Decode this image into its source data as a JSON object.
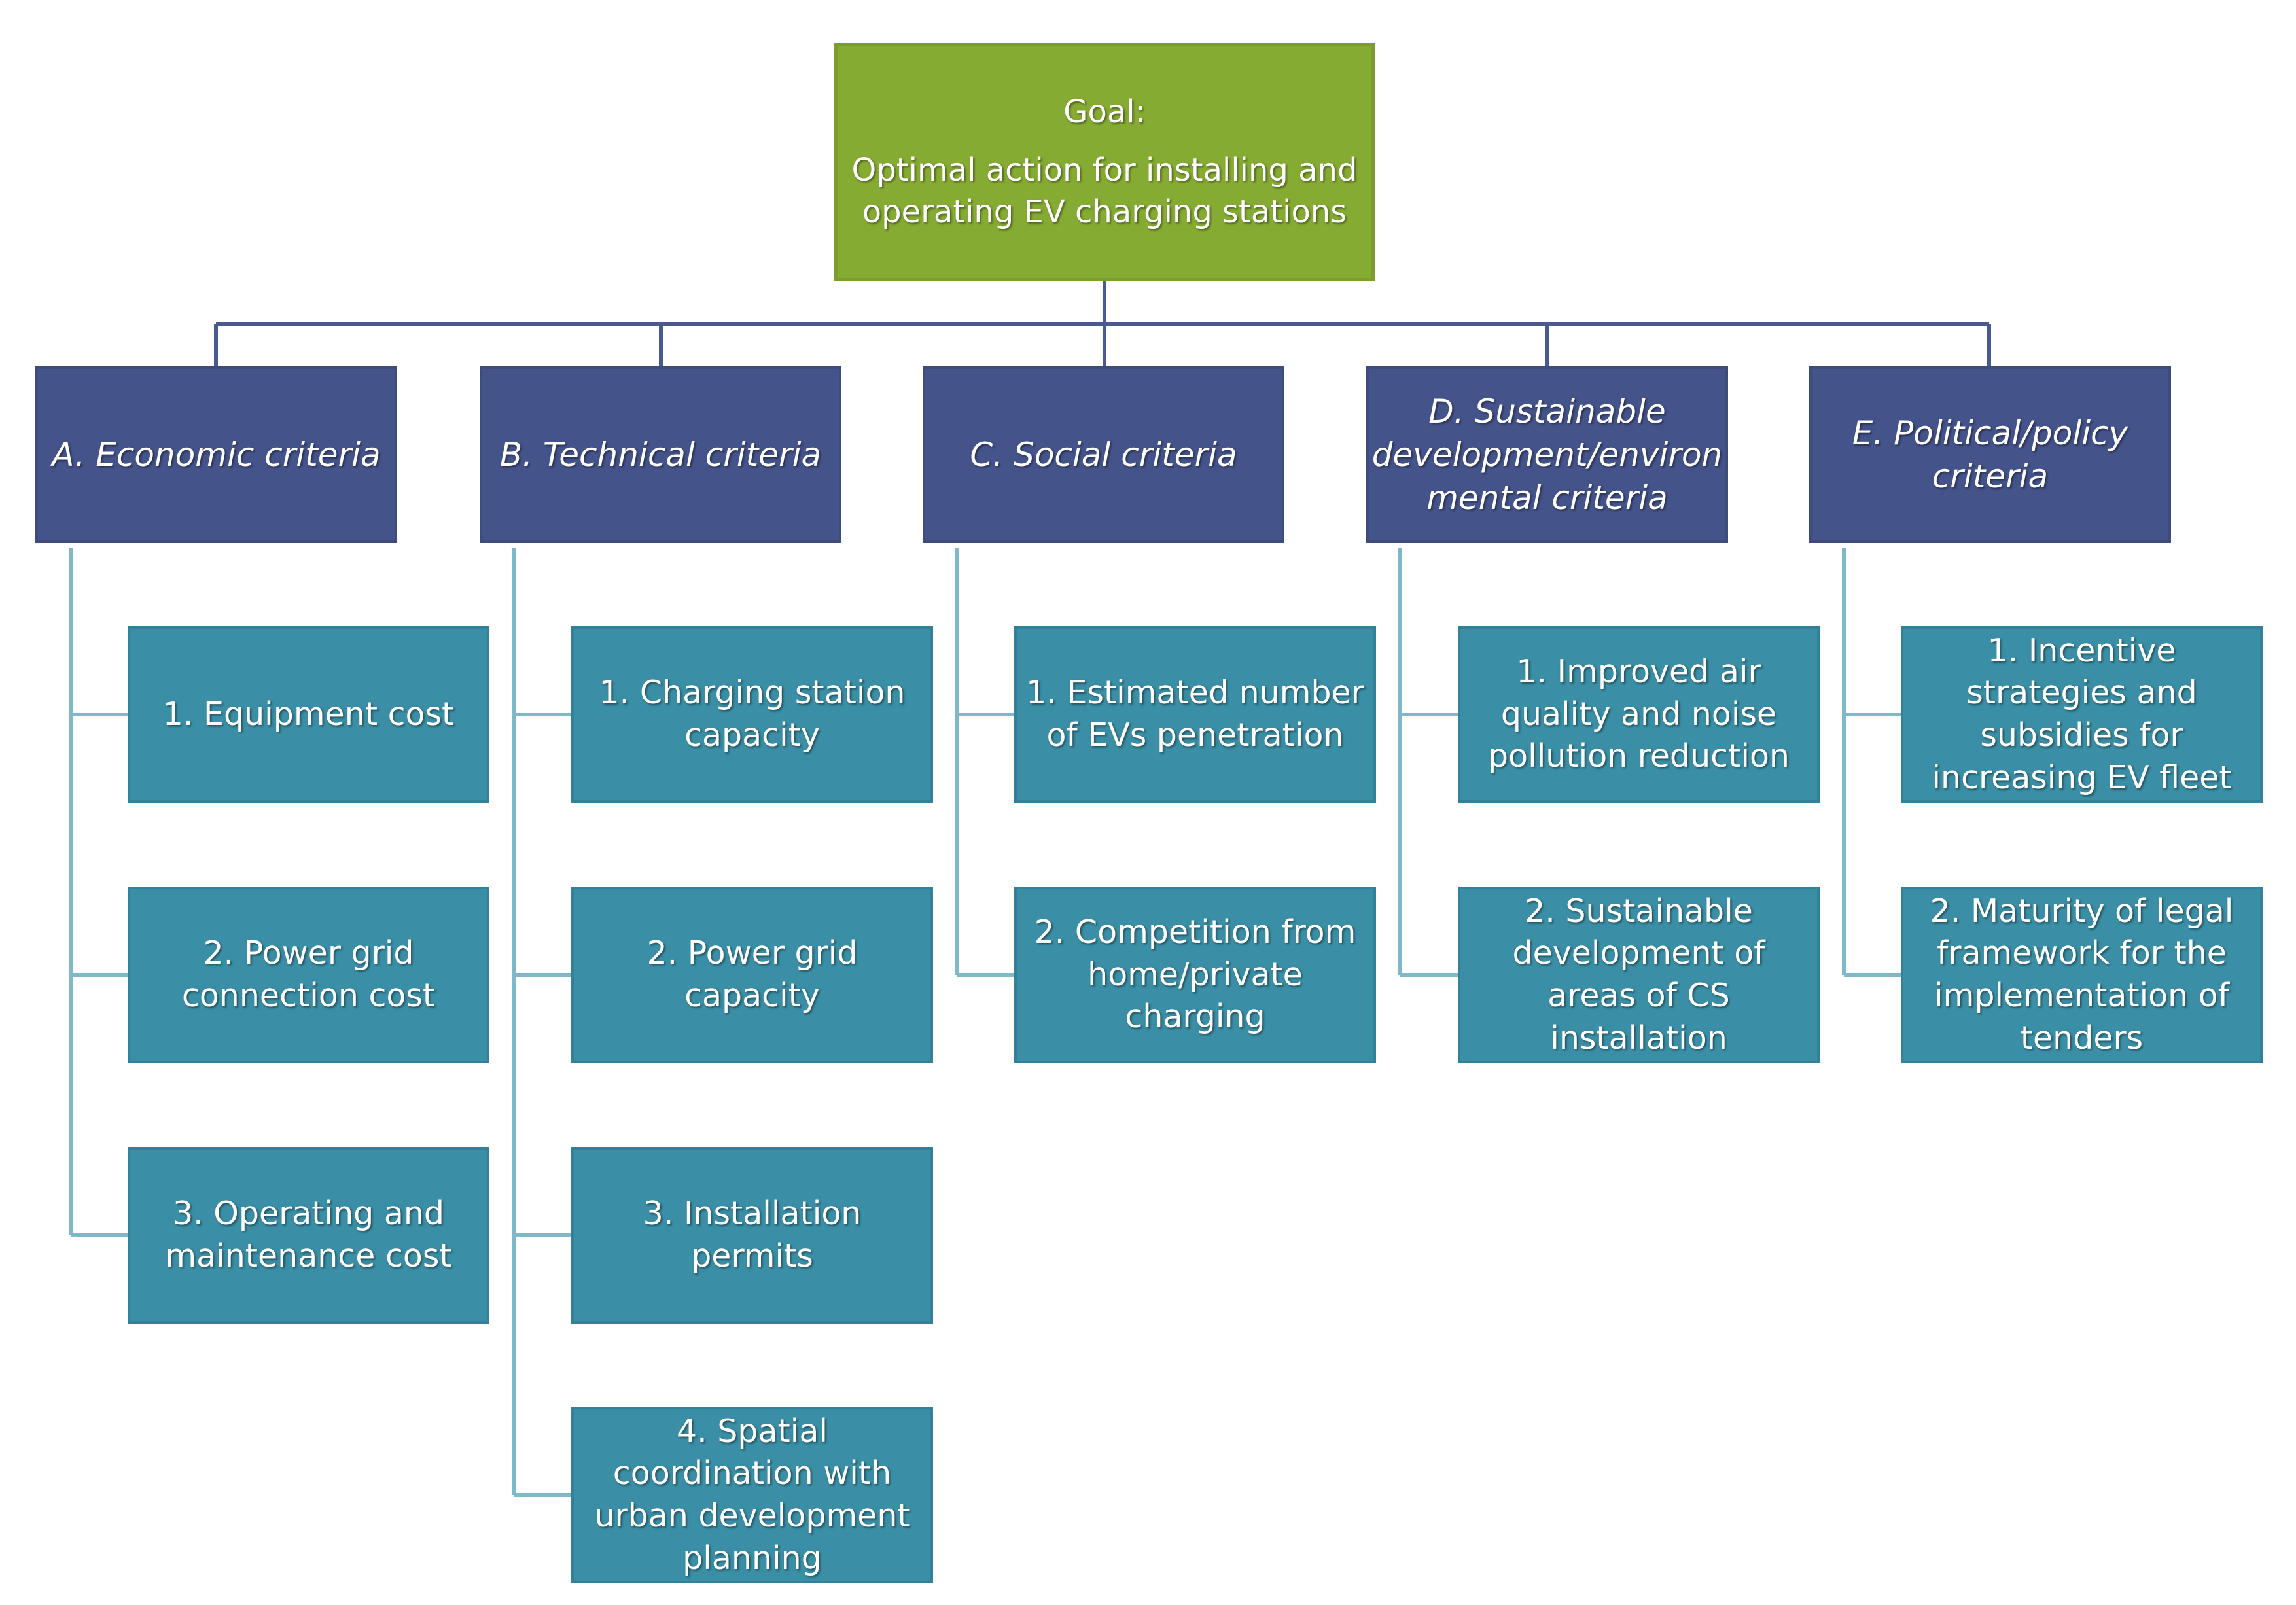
{
  "goal": {
    "title": "Goal:",
    "text": "Optimal action for installing and operating EV charging stations",
    "color": "#86ab33"
  },
  "criteria": [
    {
      "label": "A. Economic criteria",
      "items": [
        "1. Equipment cost",
        "2. Power grid connection cost",
        "3. Operating and maintenance cost"
      ]
    },
    {
      "label": "B. Technical criteria",
      "items": [
        "1. Charging station capacity",
        "2. Power grid capacity",
        "3. Installation permits",
        "4. Spatial coordination with urban development planning"
      ]
    },
    {
      "label": "C. Social criteria",
      "items": [
        "1. Estimated number of EVs penetration",
        "2. Competition from home/private charging"
      ]
    },
    {
      "label": "D. Sustainable development/environ mental criteria",
      "items": [
        "1. Improved air quality and noise pollution reduction",
        "2. Sustainable development of areas of CS installation"
      ]
    },
    {
      "label": "E. Political/policy criteria",
      "items": [
        "1. Incentive strategies and subsidies for increasing EV fleet",
        "2. Maturity of legal framework for the implementation of tenders"
      ]
    }
  ],
  "colors": {
    "criteria_box": "#44538a",
    "sub_box": "#3a8ea5",
    "top_connector": "#4a5a90",
    "side_connector": "#7fb8c8"
  }
}
